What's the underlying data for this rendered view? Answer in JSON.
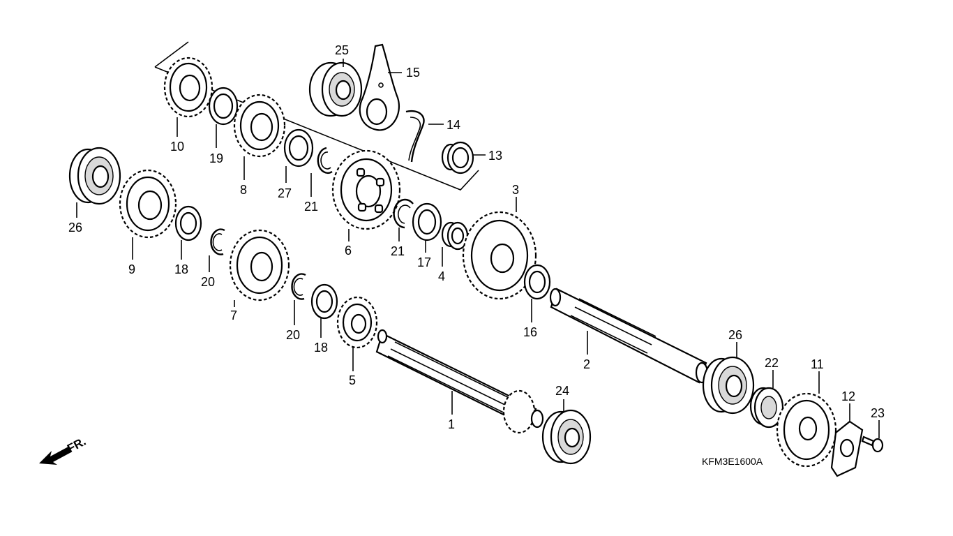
{
  "diagram": {
    "code": "KFM3E1600A",
    "front_indicator": "FR.",
    "callouts": {
      "p1": "1",
      "p2": "2",
      "p3": "3",
      "p4": "4",
      "p5": "5",
      "p6": "6",
      "p7": "7",
      "p8": "8",
      "p9": "9",
      "p10": "10",
      "p11": "11",
      "p12": "12",
      "p13": "13",
      "p14": "14",
      "p15": "15",
      "p16": "16",
      "p17": "17",
      "p18a": "18",
      "p18b": "18",
      "p19": "19",
      "p20a": "20",
      "p20b": "20",
      "p21a": "21",
      "p21b": "21",
      "p22": "22",
      "p23": "23",
      "p24": "24",
      "p25": "25",
      "p26a": "26",
      "p26b": "26",
      "p27": "27"
    }
  }
}
